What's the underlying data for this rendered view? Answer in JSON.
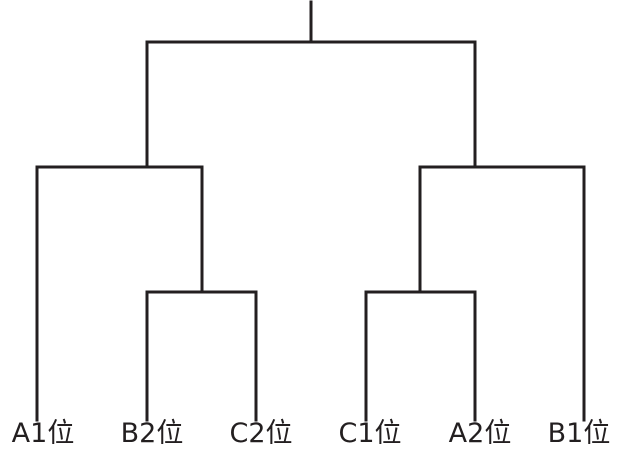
{
  "diagram": {
    "type": "tournament-bracket",
    "line_color": "#231f20",
    "seeds": [
      {
        "label": "A1位"
      },
      {
        "label": "B2位"
      },
      {
        "label": "C2位"
      },
      {
        "label": "C1位"
      },
      {
        "label": "A2位"
      },
      {
        "label": "B1位"
      }
    ],
    "matches": [
      {
        "id": "m1",
        "between": [
          "B2位",
          "C2位"
        ]
      },
      {
        "id": "m2",
        "between": [
          "C1位",
          "A2位"
        ]
      },
      {
        "id": "semi-left",
        "between": [
          "A1位",
          "m1"
        ]
      },
      {
        "id": "semi-right",
        "between": [
          "m2",
          "B1位"
        ]
      },
      {
        "id": "final",
        "between": [
          "semi-left",
          "semi-right"
        ]
      }
    ]
  }
}
